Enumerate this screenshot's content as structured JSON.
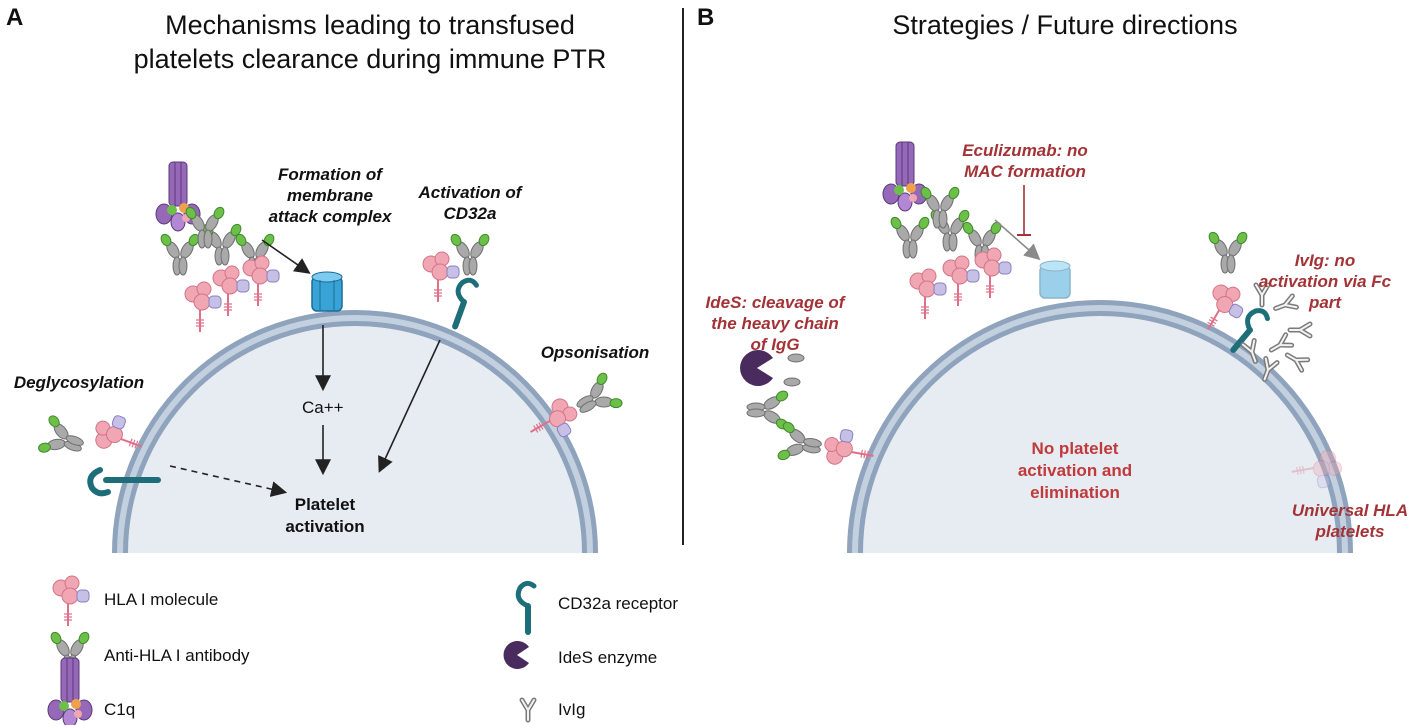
{
  "panel_a": {
    "letter": "A",
    "title_line1": "Mechanisms leading to transfused",
    "title_line2": "platelets clearance during immune PTR",
    "label_mac_line1": "Formation of",
    "label_mac_line2": "membrane",
    "label_mac_line3": "attack complex",
    "label_cd32_line1": "Activation of",
    "label_cd32_line2": "CD32a",
    "label_opson": "Opsonisation",
    "label_degly": "Deglycosylation",
    "label_ca": "Ca++",
    "label_act_line1": "Platelet",
    "label_act_line2": "activation"
  },
  "panel_b": {
    "letter": "B",
    "title": "Strategies / Future directions",
    "label_ecu_line1": "Eculizumab: no",
    "label_ecu_line2": "MAC formation",
    "label_ivig_line1": "IvIg: no",
    "label_ivig_line2": "activation via Fc",
    "label_ivig_line3": "part",
    "label_ides_line1": "IdeS: cleavage of",
    "label_ides_line2": "the heavy chain",
    "label_ides_line3": "of IgG",
    "label_center_line1": "No platelet",
    "label_center_line2": "activation and",
    "label_center_line3": "elimination",
    "label_uni_line1": "Universal HLA",
    "label_uni_line2": "platelets"
  },
  "legend": {
    "hla": "HLA I molecule",
    "antibody": "Anti-HLA I antibody",
    "c1q": "C1q",
    "cd32a": "CD32a receptor",
    "ides": "IdeS enzyme",
    "ivig": "IvIg"
  },
  "colors": {
    "membrane_outer": "#8fa3bd",
    "membrane_inner": "#c3d0df",
    "cytoplasm": "#e6ecf2",
    "hla_pink": "#f1a7b3",
    "hla_lilac": "#c7c0e6",
    "antibody_gray": "#9c9c9c",
    "antibody_green": "#6cc04a",
    "c1q_purple": "#9568b8",
    "cd32_teal": "#1d6e78",
    "ides_purple": "#4a2b5e",
    "pore_blue": "#3aa3d6",
    "red_text": "#a33336"
  }
}
